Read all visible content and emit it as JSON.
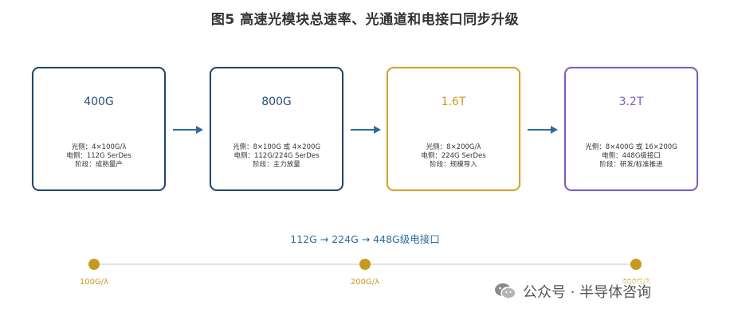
{
  "title": "图5 高速光模块总速率、光通道和电接口同步升级",
  "cards": [
    {
      "speed": "400G",
      "optical": "光侧：4×100G/λ",
      "electrical": "电侧：112G SerDes",
      "stage": "阶段：成熟量产",
      "color": "#21466b",
      "speed_color": "#2a4f78"
    },
    {
      "speed": "800G",
      "optical": "光侧：8×100G 或 4×200G",
      "electrical": "电侧：112G/224G SerDes",
      "stage": "阶段：主力放量",
      "color": "#21466b",
      "speed_color": "#2a4f78"
    },
    {
      "speed": "1.6T",
      "optical": "光侧：8×200G/λ",
      "electrical": "电侧：224G SerDes",
      "stage": "阶段：规模导入",
      "color": "#d4a52b",
      "speed_color": "#c79a1e"
    },
    {
      "speed": "3.2T",
      "optical": "光侧：8×400G 或 16×200G",
      "electrical": "电侧：448G级接口",
      "stage": "阶段：研发/标准推进",
      "color": "#7b5cc4",
      "speed_color": "#7b5cc4"
    }
  ],
  "subtitle": "112G → 224G → 448G级电接口",
  "timeline": {
    "labels": [
      "100G/λ",
      "200G/λ",
      "400G/λ"
    ],
    "color": "#c79a1e"
  },
  "arrow_color": "#2e6a9e",
  "watermark": {
    "text": "公众号 · 半导体咨询",
    "icon": "wechat-icon"
  }
}
